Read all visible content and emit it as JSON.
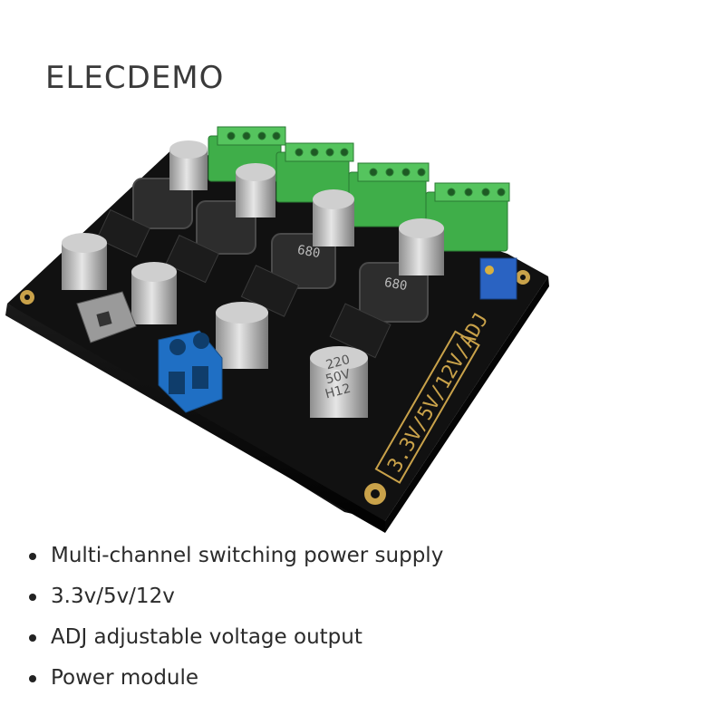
{
  "brand": "ELECDEMO",
  "board": {
    "silkscreen_label": "3.3V/5V/12V/ADJ",
    "cap_top_marking": "220",
    "cap_mid_marking": "50V",
    "cap_low_marking": "H12",
    "inductor_marking": "680",
    "colors": {
      "pcb": "#0d0d0d",
      "terminal_green": "#3fae49",
      "terminal_blue": "#1f6fc4",
      "gold": "#c9a24a"
    }
  },
  "features": [
    {
      "text": "Multi-channel switching power supply"
    },
    {
      "text": "3.3v/5v/12v"
    },
    {
      "text": "ADJ adjustable voltage output"
    },
    {
      "text": "Power module"
    }
  ]
}
